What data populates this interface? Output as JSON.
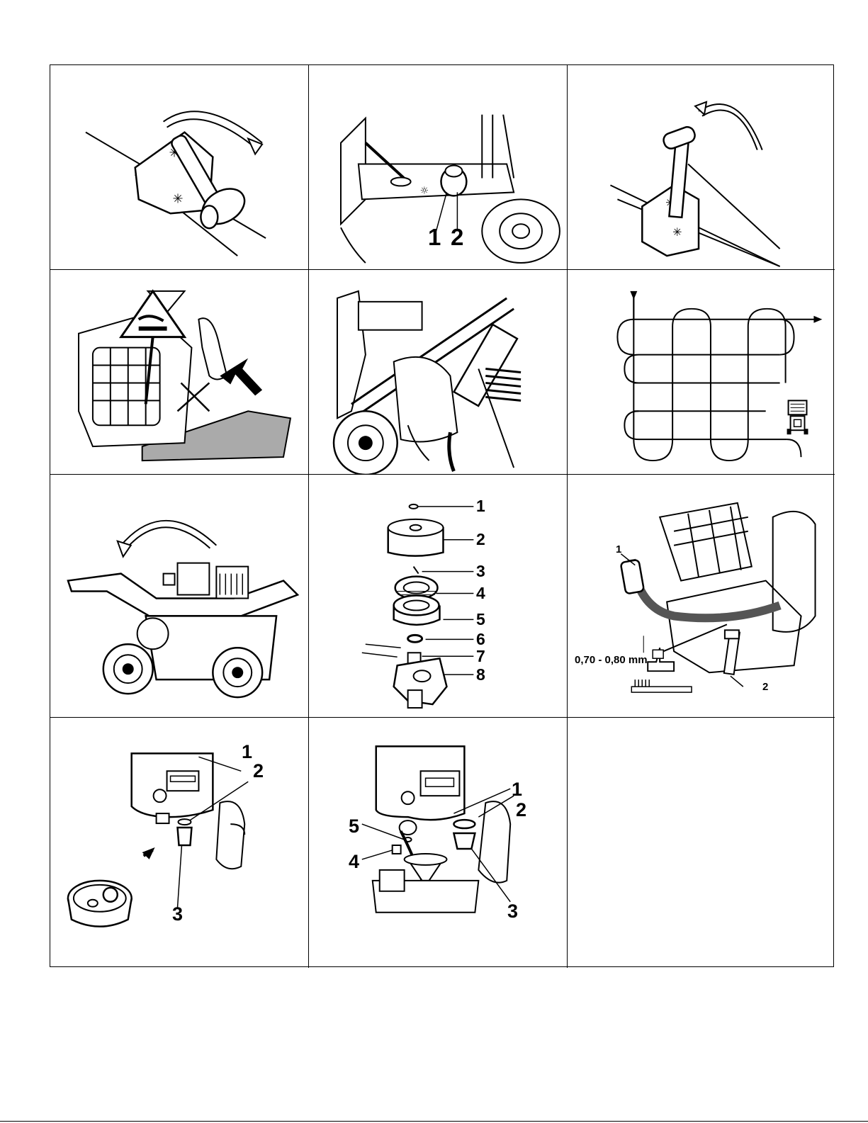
{
  "figures": [
    {
      "id": "fig1",
      "labels": []
    },
    {
      "id": "fig2",
      "labels": [
        "1",
        "2"
      ]
    },
    {
      "id": "fig3",
      "labels": []
    },
    {
      "id": "fig4",
      "labels": []
    },
    {
      "id": "fig5",
      "labels": []
    },
    {
      "id": "fig6",
      "labels": []
    },
    {
      "id": "fig7",
      "labels": []
    },
    {
      "id": "fig8",
      "labels": [
        "1",
        "2",
        "3",
        "4",
        "5",
        "6",
        "7",
        "8"
      ]
    },
    {
      "id": "fig9",
      "labels": [
        "1",
        "2"
      ],
      "gap": "0,70 - 0,80 mm"
    },
    {
      "id": "fig10",
      "labels": [
        "1",
        "2",
        "3"
      ]
    },
    {
      "id": "fig11",
      "labels": [
        "1",
        "2",
        "3",
        "4",
        "5"
      ]
    },
    {
      "id": "fig12",
      "labels": []
    }
  ]
}
